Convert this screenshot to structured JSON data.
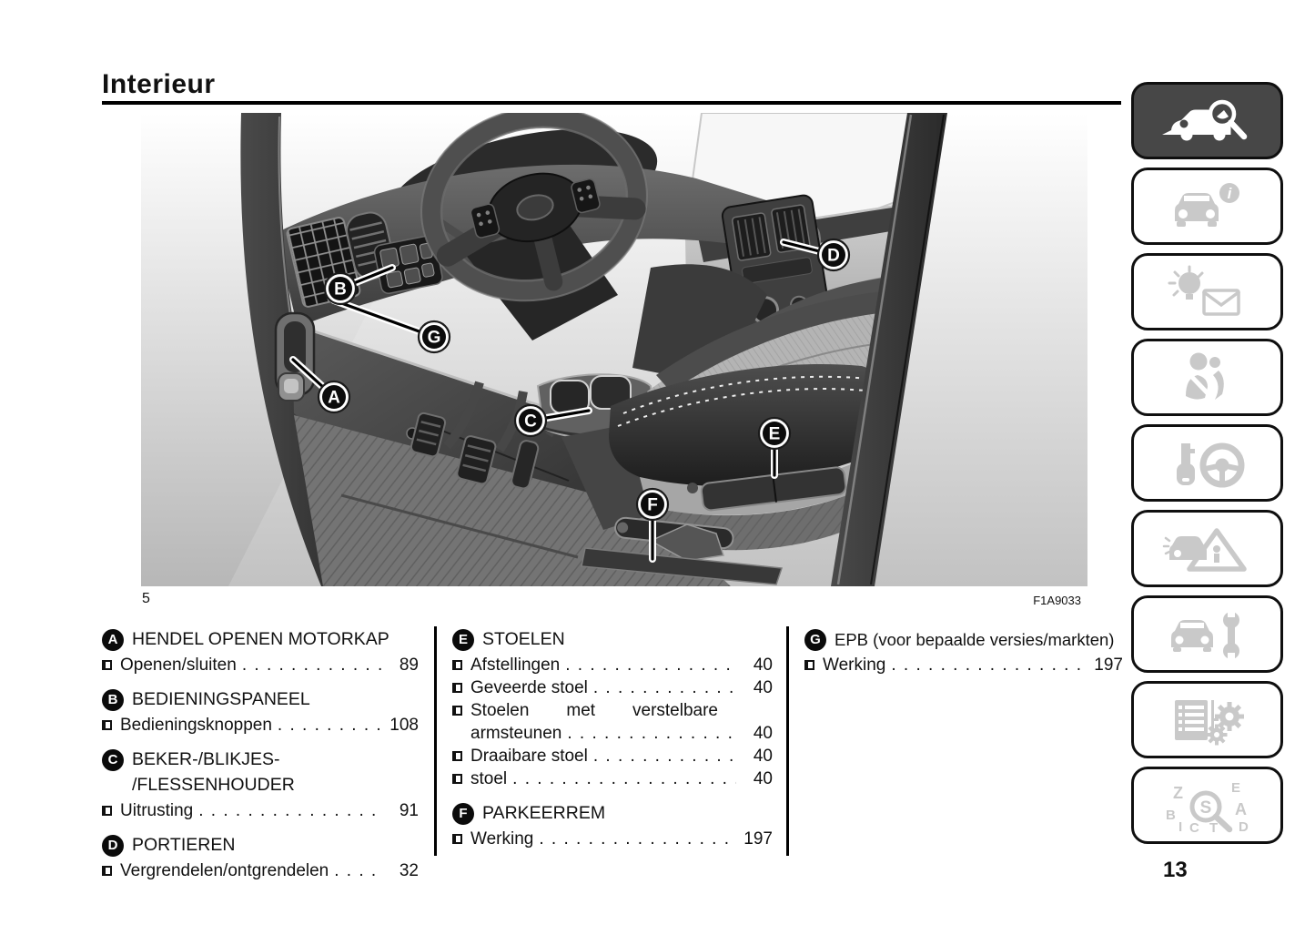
{
  "page": {
    "title": "Interieur",
    "page_number": "13",
    "figure_number": "5",
    "figure_code": "F1A9033"
  },
  "theme": {
    "tile_active_bg": "#474747",
    "tile_active_icon": "#ffffff",
    "tile_inactive_icon": "#c9c9c9",
    "tile_border": "#0f0f0f",
    "rule_color": "#000000",
    "text_color": "#111111"
  },
  "figure": {
    "callout_letters": [
      "A",
      "B",
      "C",
      "D",
      "E",
      "F",
      "G"
    ]
  },
  "icons": {
    "info_letter": "i",
    "search_letter": "S",
    "index_letters": [
      "Z",
      "E",
      "B",
      "A",
      "I",
      "C",
      "T",
      "D"
    ]
  },
  "sidebar": {
    "tiles": [
      {
        "name": "vehicle-interior-overview",
        "active": true
      },
      {
        "name": "dashboard-and-controls",
        "active": false
      },
      {
        "name": "warning-lights-and-messages",
        "active": false
      },
      {
        "name": "safety",
        "active": false
      },
      {
        "name": "starting-and-driving",
        "active": false
      },
      {
        "name": "in-an-emergency",
        "active": false
      },
      {
        "name": "servicing-and-maintenance",
        "active": false
      },
      {
        "name": "technical-data",
        "active": false
      },
      {
        "name": "alphabetical-index",
        "active": false
      }
    ]
  },
  "index": {
    "sections": [
      {
        "letter": "A",
        "title": "HENDEL OPENEN MOTORKAP",
        "entries": [
          {
            "label": "Openen/sluiten",
            "page": "89"
          }
        ]
      },
      {
        "letter": "B",
        "title": "BEDIENINGSPANEEL",
        "entries": [
          {
            "label": "Bedieningsknoppen",
            "page": "108"
          }
        ]
      },
      {
        "letter": "C",
        "title": "BEKER-/BLIKJES-",
        "title2": "/FLESSENHOUDER",
        "entries": [
          {
            "label": "Uitrusting",
            "page": "91"
          }
        ]
      },
      {
        "letter": "D",
        "title": "PORTIEREN",
        "entries": [
          {
            "label": "Vergrendelen/ontgrendelen",
            "page": "32"
          }
        ]
      },
      {
        "letter": "E",
        "title": "STOELEN",
        "entries": [
          {
            "label": "Afstellingen",
            "page": "40"
          },
          {
            "label": "Geveerde stoel",
            "page": "40"
          },
          {
            "label": "Stoelen met verstelbare",
            "label2": "armsteunen",
            "page": "40"
          },
          {
            "label": "Draaibare stoel",
            "page": "40"
          },
          {
            "label": "stoel",
            "page": "40"
          }
        ]
      },
      {
        "letter": "F",
        "title": "PARKEERREM",
        "entries": [
          {
            "label": "Werking",
            "page": "197"
          }
        ]
      },
      {
        "letter": "G",
        "title": "EPB (voor bepaalde versies/markten)",
        "entries": [
          {
            "label": "Werking",
            "page": "197"
          }
        ]
      }
    ]
  }
}
